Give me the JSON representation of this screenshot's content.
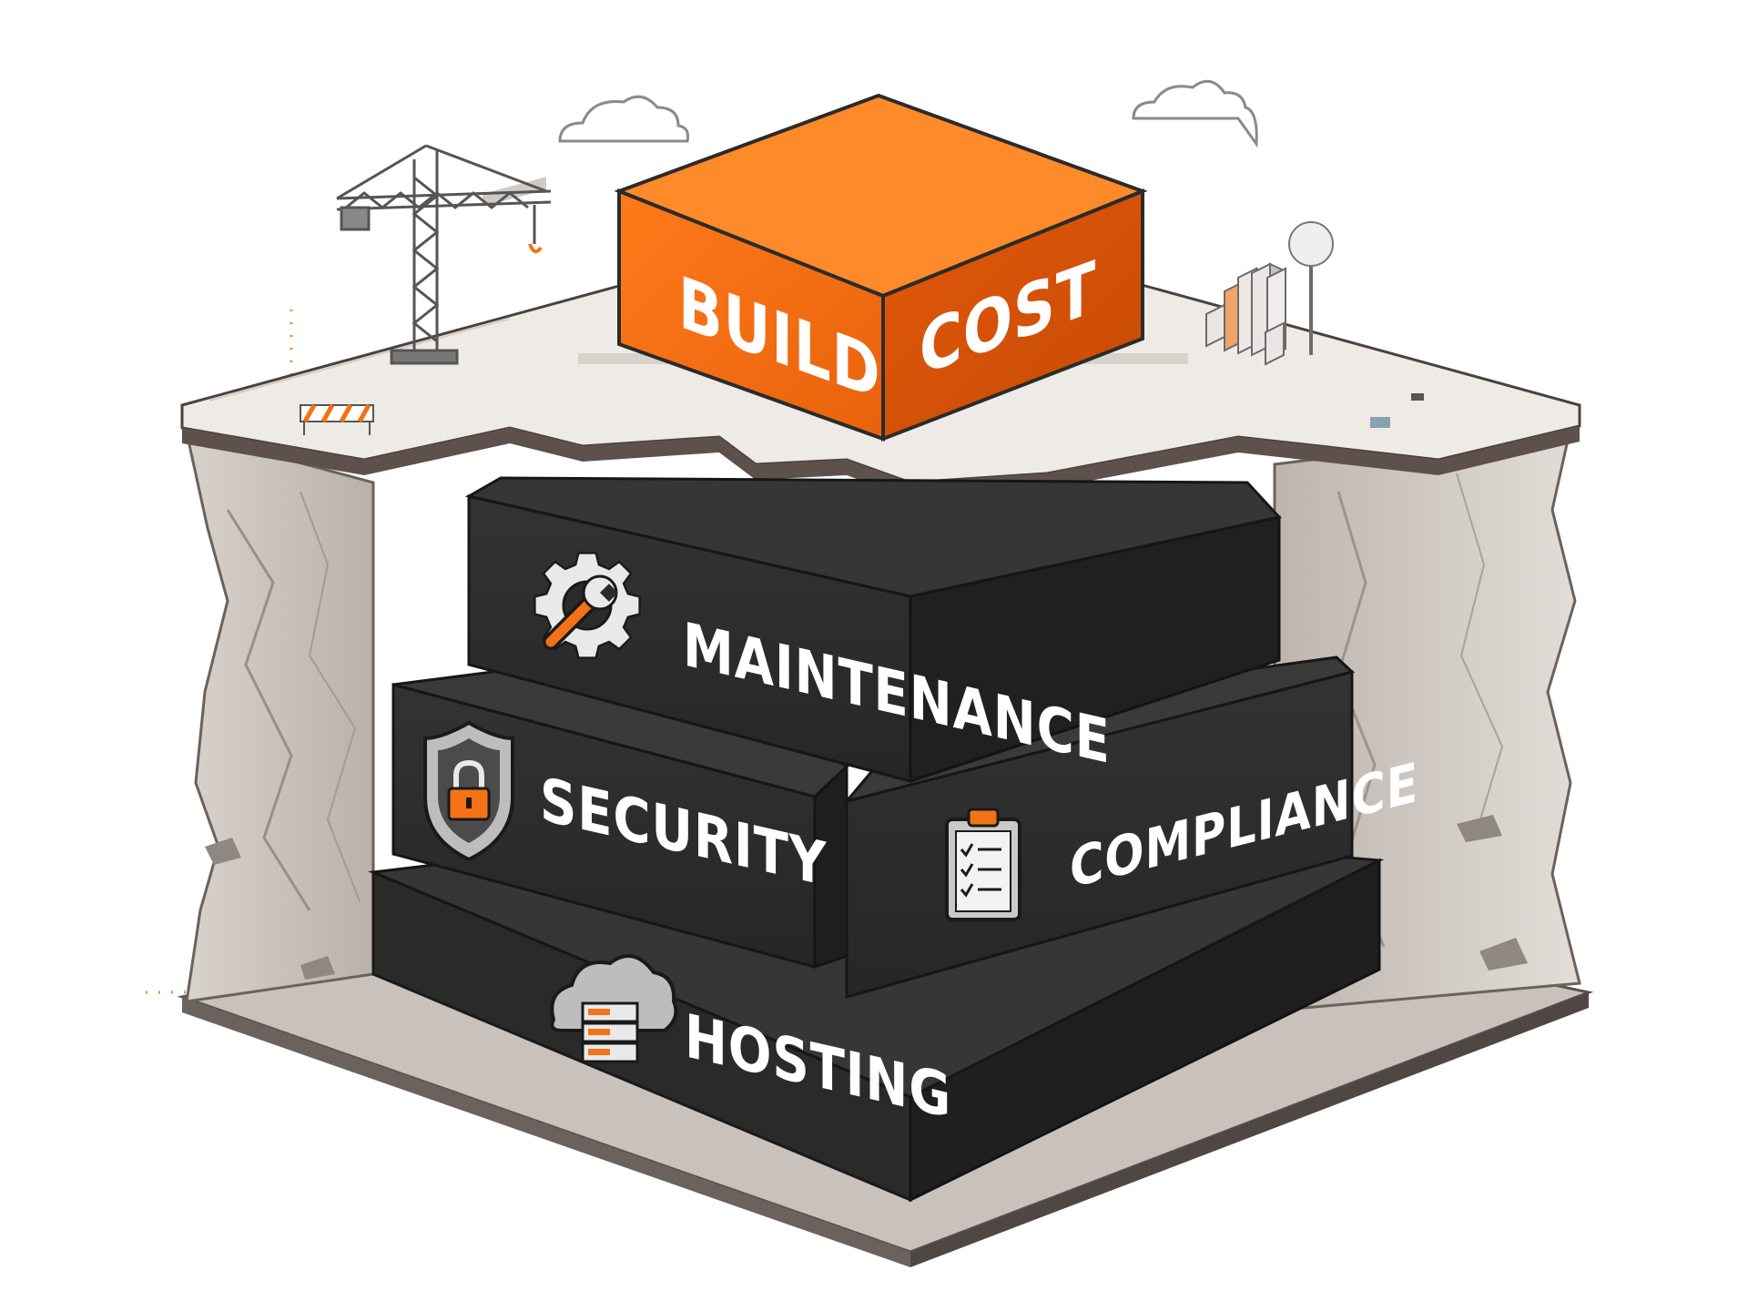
{
  "top_block": {
    "label_left": "BUILD",
    "label_right": "COST"
  },
  "layers": {
    "maintenance": "MAINTENANCE",
    "security": "SECURITY",
    "compliance": "COMPLIANCE",
    "hosting": "HOSTING"
  },
  "colors": {
    "accent": "#f47216",
    "block_dark": "#2b2b2b",
    "ground": "#d9d4cf"
  },
  "icons": {
    "maintenance": "gear-wrench-icon",
    "security": "shield-lock-icon",
    "compliance": "clipboard-checklist-icon",
    "hosting": "cloud-server-icon"
  }
}
